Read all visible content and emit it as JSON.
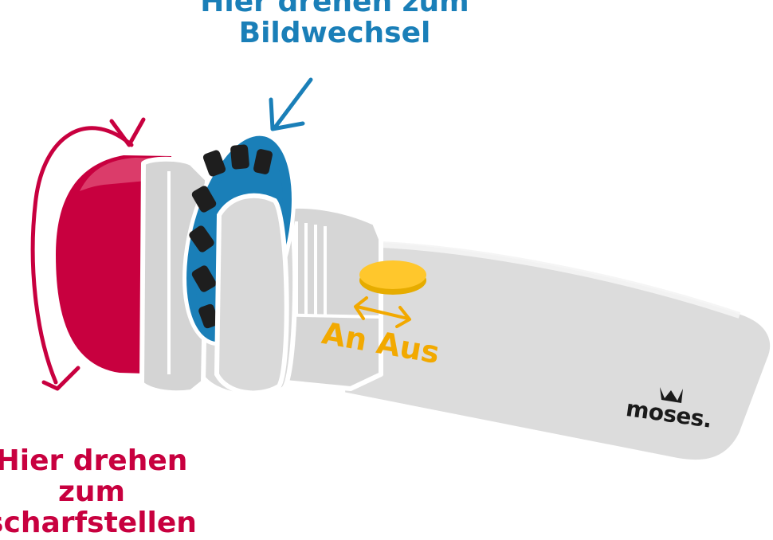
{
  "labels": {
    "top_line1": "Hier drehen zum",
    "top_line2": "Bildwechsel",
    "bottom_line1": "Hier drehen",
    "bottom_line2": "zum",
    "bottom_line3": "scharfstellen",
    "switch_left": "An",
    "switch_right": "Aus"
  },
  "brand": {
    "name": "moses."
  },
  "colors": {
    "focus_accent": "#c8003f",
    "wheel_accent": "#1a7fb8",
    "switch_accent": "#f2a900",
    "button_fill": "#ffc72c",
    "body_gray": "#dcdcdc",
    "outline": "#ffffff"
  },
  "icons": {
    "focus_arrow": "curved-double-arrow-icon",
    "wheel_arrow": "pointing-arrow-icon",
    "switch_arrow": "left-right-arrow-icon",
    "brand_logo": "moses-crown-logo-icon"
  }
}
